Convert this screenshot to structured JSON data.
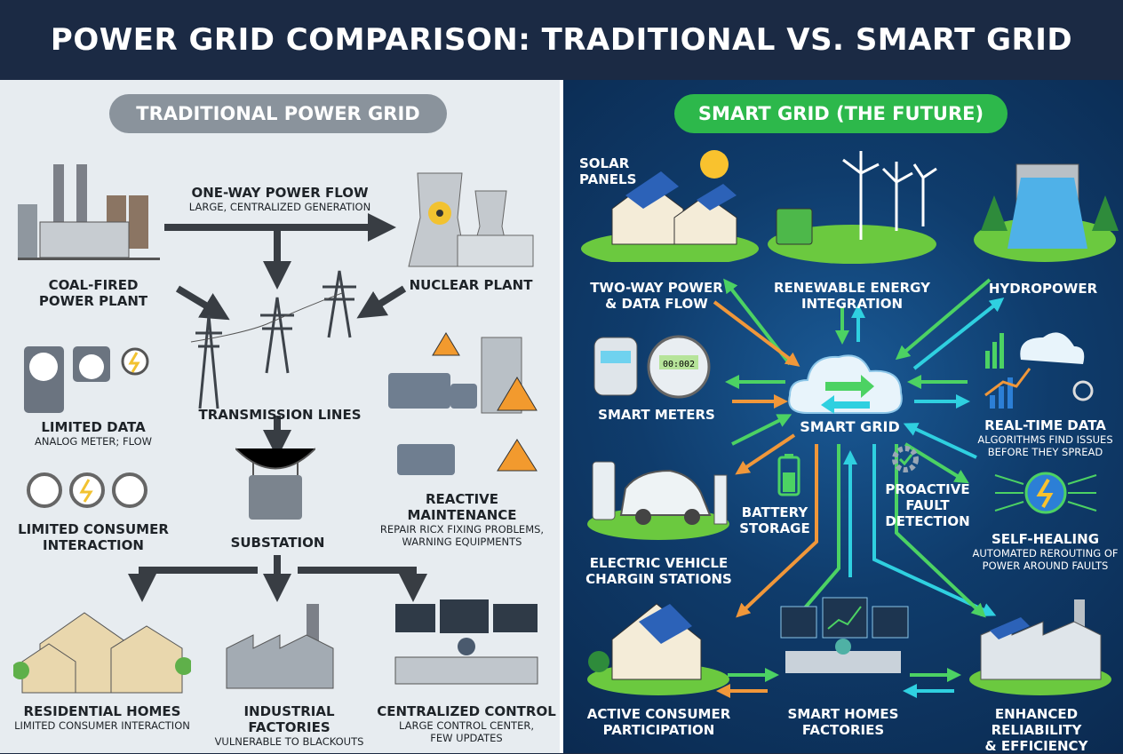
{
  "title": "POWER GRID COMPARISON: TRADITIONAL VS. SMART GRID",
  "traditional": {
    "heading": "TRADITIONAL POWER GRID",
    "coal": "COAL-FIRED\nPOWER PLANT",
    "flow_title": "ONE-WAY POWER FLOW",
    "flow_sub": "LARGE, CENTRALIZED GENERATION",
    "nuclear": "NUCLEAR PLANT",
    "limited_data": "LIMITED DATA",
    "limited_data_sub": "ANALOG METER; FLOW",
    "transmission": "TRANSMISSION LINES",
    "limited_consumer": "LIMITED CONSUMER\nINTERACTION",
    "reactive": "REACTIVE MAINTENANCE",
    "reactive_sub": "REPAIR RICX FIXING PROBLEMS,\nWARNING EQUIPMENTS",
    "substation": "SUBSTATION",
    "homes": "RESIDENTIAL HOMES",
    "homes_sub": "LIMITED CONSUMER INTERACTION",
    "factories": "INDUSTRIAL FACTORIES",
    "factories_sub": "VULNERABLE TO BLACKOUTS",
    "control": "CENTRALIZED CONTROL",
    "control_sub": "LARGE CONTROL CENTER,\nFEW UPDATES"
  },
  "smart": {
    "heading": "SMART GRID (THE FUTURE)",
    "solar": "SOLAR\nPANELS",
    "two_way": "TWO-WAY POWER\n& DATA FLOW",
    "renewable": "RENEWABLE ENERGY\nINTEGRATION",
    "hydro": "HYDROPOWER",
    "meters": "SMART METERS",
    "meter_display": "00:002",
    "center": "SMART GRID",
    "realtime": "REAL-TIME DATA",
    "realtime_sub": "ALGORITHMS FIND ISSUES\nBEFORE THEY SPREAD",
    "ev": "ELECTRIC VEHICLE\nCHARGIN STATIONS",
    "battery": "BATTERY\nSTORAGE",
    "proactive": "PROACTIVE\nFAULT\nDETECTION",
    "selfheal": "SELF-HEALING",
    "selfheal_sub": "AUTOMATED REROUTING OF\nPOWER AROUND FAULTS",
    "consumer": "ACTIVE CONSUMER\nPARTICIPATION",
    "smart_homes": "SMART HOMES\nFACTORIES",
    "reliability": "ENHANCED RELIABILITY\n& EFFICIENCY"
  },
  "colors": {
    "header": "#1b2a44",
    "left_bg": "#e7ecf0",
    "left_pill": "#8a939c",
    "right_bg": "#0f3c6c",
    "green_pill": "#2db84b",
    "arrow_green": "#4cd263",
    "arrow_orange": "#f0973a",
    "arrow_cyan": "#2fd0e0",
    "arrow_dark": "#383d43"
  }
}
